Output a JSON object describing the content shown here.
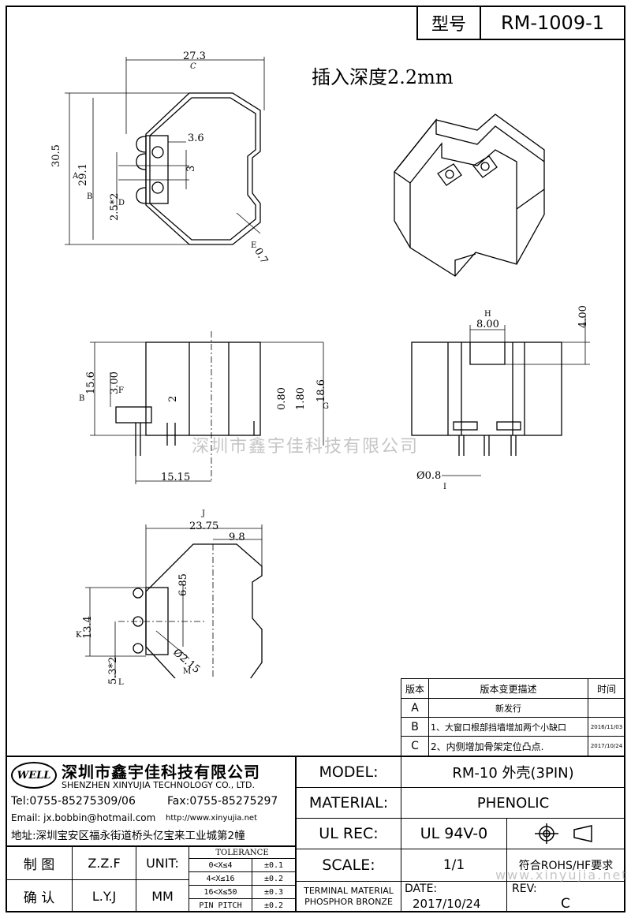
{
  "header": {
    "type_label": "型号",
    "type_value": "RM-1009-1"
  },
  "note": "插入深度2.2mm",
  "watermarks": {
    "center": "深圳市鑫宇佳科技有限公司",
    "bottom": "www.xinyujia.net"
  },
  "dims_top": {
    "width": "27.3",
    "width_ref": "C",
    "height_outer": "30.5",
    "height_outer_ref": "A",
    "height_inner": "29.1",
    "height_inner_ref": "B",
    "pin_w": "3.6",
    "pin_gap": "3",
    "pitch": "2.5*2",
    "pitch_ref": "D",
    "wall": "0.7",
    "wall_ref": "E"
  },
  "dims_side": {
    "h1": "15.6",
    "h1_ref": "B",
    "h2": "3.00",
    "h2_ref": "F",
    "step": "2",
    "t1": "0.80",
    "t2": "1.80",
    "h_total": "18.6",
    "h_total_ref": "G",
    "offset": "15.15"
  },
  "dims_front": {
    "slot_w": "8.00",
    "slot_w_ref": "H",
    "slot_h": "4.00",
    "pin_d": "Ø0.8",
    "pin_d_ref": "I"
  },
  "dims_bottom": {
    "width": "23.75",
    "width_ref": "J",
    "w2": "9.8",
    "h1": "6.85",
    "h2": "13.4",
    "h2_ref": "K",
    "pitch": "5.3*2",
    "pitch_ref": "L",
    "hole": "Ø2.15",
    "hole_ref": "M"
  },
  "revisions": {
    "headers": [
      "版本",
      "版本变更描述",
      "时间"
    ],
    "rows": [
      {
        "ver": "A",
        "desc": "新发行",
        "date": ""
      },
      {
        "ver": "B",
        "desc": "1、大窗口根部挡墙增加两个小缺口",
        "date": "2016/11/03"
      },
      {
        "ver": "C",
        "desc": "2、内侧增加骨架定位凸点.",
        "date": "2017/10/24"
      }
    ]
  },
  "company": {
    "logo": "WELL",
    "name_cn": "深圳市鑫宇佳科技有限公司",
    "name_en": "SHENZHEN XINYUJIA TECHNOLOGY CO., LTD.",
    "tel": "Tel:0755-85275309/06",
    "fax": "Fax:0755-85275297",
    "email": "Email: jx.bobbin@hotmail.com",
    "web": "http://www.xinyujia.net",
    "address": "地址:深圳宝安区福永街道桥头亿宝来工业城第2幢"
  },
  "titleblock": {
    "model_label": "MODEL:",
    "model_value": "RM-10 外壳(3PIN)",
    "material_label": "MATERIAL:",
    "material_value": "PHENOLIC",
    "ul_label": "UL REC:",
    "ul_value": "UL 94V-0",
    "scale_label": "SCALE:",
    "scale_value": "1/1",
    "rohs": "符合ROHS/HF要求",
    "terminal_label": "TERMINAL MATERIAL",
    "terminal_value": "PHOSPHOR BRONZE",
    "date_label": "DATE:",
    "date_value": "2017/10/24",
    "rev_label": "REV:",
    "rev_value": "C",
    "draw_label": "制 图",
    "draw_value": "Z.Z.F",
    "check_label": "确 认",
    "check_value": "L.Y.J",
    "unit_label": "UNIT:",
    "unit_value": "MM",
    "tol_title": "TOLERANCE",
    "tol_rows": [
      {
        "range": "0<X≤4",
        "val": "±0.1"
      },
      {
        "range": "4<X≤16",
        "val": "±0.2"
      },
      {
        "range": "16<X≤50",
        "val": "±0.3"
      },
      {
        "range": "PIN PITCH",
        "val": "±0.2"
      }
    ]
  }
}
